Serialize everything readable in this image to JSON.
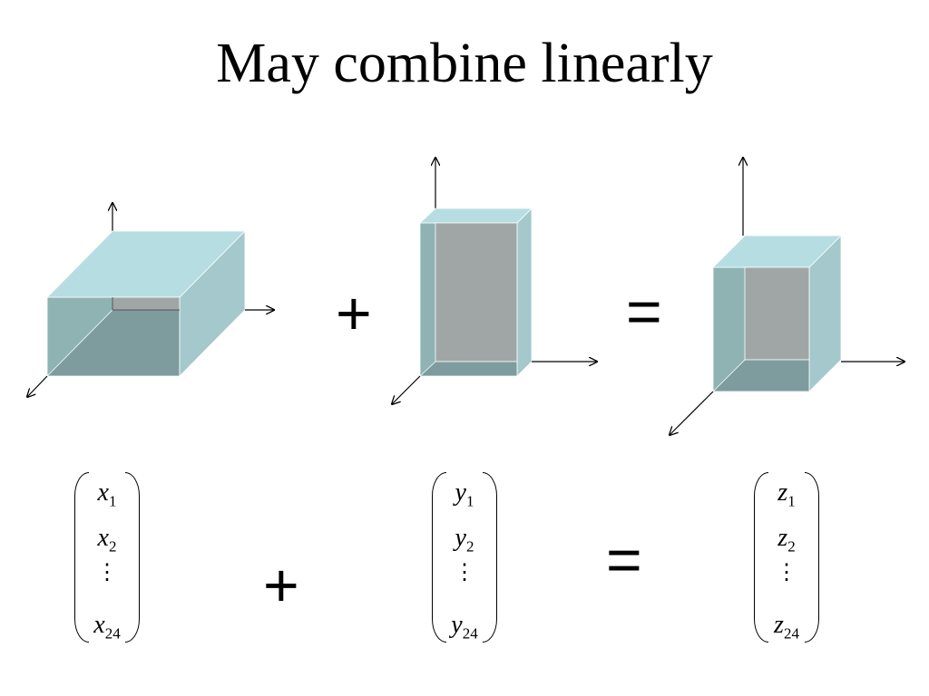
{
  "title": "May combine linearly",
  "operators": {
    "plus": "+",
    "equals": "="
  },
  "colors": {
    "box_top": "#B6DEE2",
    "box_front": "#8FB3B3",
    "box_front_dark": "#7E9C9D",
    "box_side": "#A4C8CB",
    "inner_gray": "#A0A6A6",
    "edge": "#FFFFFF"
  },
  "vectors": [
    {
      "name": "x",
      "entries": [
        {
          "v": "x",
          "s": "1"
        },
        {
          "v": "x",
          "s": "2"
        },
        {
          "v": "x",
          "s": "24"
        }
      ],
      "dots": "⋮"
    },
    {
      "name": "y",
      "entries": [
        {
          "v": "y",
          "s": "1"
        },
        {
          "v": "y",
          "s": "2"
        },
        {
          "v": "y",
          "s": "24"
        }
      ],
      "dots": "⋮"
    },
    {
      "name": "z",
      "entries": [
        {
          "v": "z",
          "s": "1"
        },
        {
          "v": "z",
          "s": "2"
        },
        {
          "v": "z",
          "s": "24"
        }
      ],
      "dots": "⋮"
    }
  ]
}
